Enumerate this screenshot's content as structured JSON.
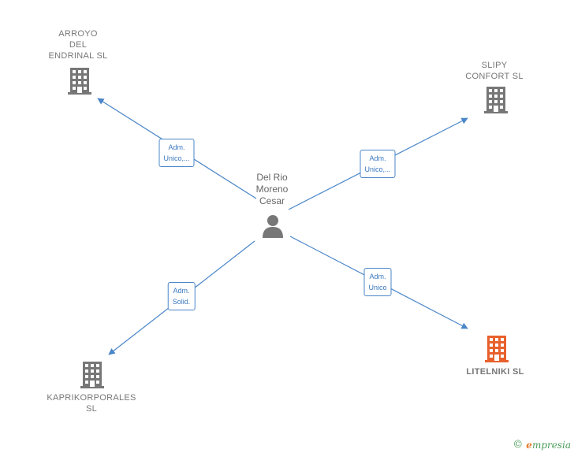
{
  "person": {
    "name": "Del Rio\nMoreno\nCesar"
  },
  "companies": [
    {
      "id": "arroyo",
      "name": "ARROYO\nDEL\nENDRINAL  SL",
      "highlight": false
    },
    {
      "id": "slipy",
      "name": "SLIPY\nCONFORT  SL",
      "highlight": false
    },
    {
      "id": "kaprikorporales",
      "name": "KAPRIKORPORALES\nSL",
      "highlight": false
    },
    {
      "id": "litelniki",
      "name": "LITELNIKI  SL",
      "highlight": true
    }
  ],
  "edges": [
    {
      "to": "arroyo",
      "label": "Adm.\nUnico,..."
    },
    {
      "to": "slipy",
      "label": "Adm.\nUnico,..."
    },
    {
      "to": "kaprikorporales",
      "label": "Adm.\nSolid."
    },
    {
      "to": "litelniki",
      "label": "Adm.\nUnico"
    }
  ],
  "colors": {
    "edge": "#4a86c8",
    "building": "#777777",
    "building_highlight": "#e8612d",
    "person": "#777777"
  },
  "footer": {
    "copyright": "©",
    "brand_initial": "e",
    "brand_rest": "mpresia"
  }
}
